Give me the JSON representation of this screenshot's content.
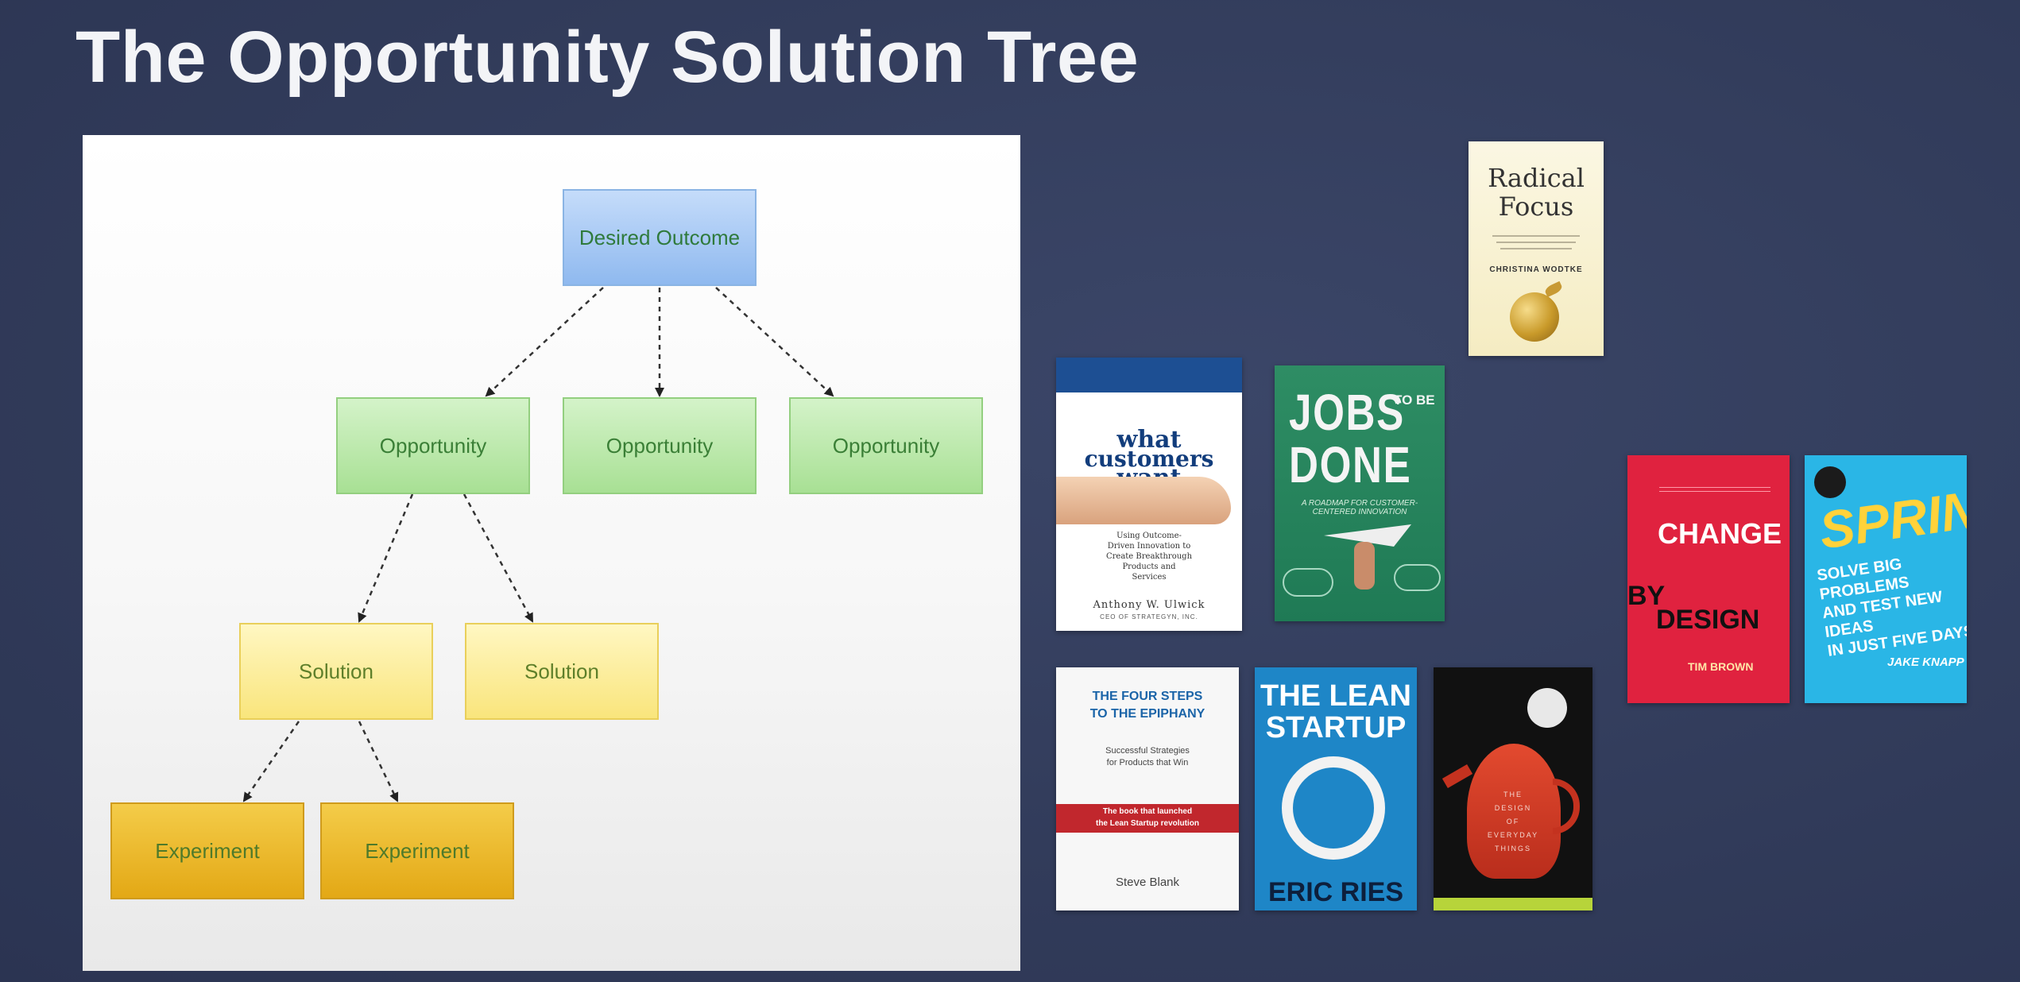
{
  "slide": {
    "title": "The Opportunity Solution Tree"
  },
  "tree": {
    "outcome": "Desired Outcome",
    "opportunities": [
      "Opportunity",
      "Opportunity",
      "Opportunity"
    ],
    "solutions": [
      "Solution",
      "Solution"
    ],
    "experiments": [
      "Experiment",
      "Experiment"
    ]
  },
  "books": {
    "radical_focus": {
      "title_line1": "Radical",
      "title_line2": "Focus",
      "author": "CHRISTINA WODTKE"
    },
    "what_customers_want": {
      "title_line1": "what",
      "title_line2": "customers",
      "title_line3": "want",
      "subtitle": "Using Outcome-Driven Innovation to Create Breakthrough Products and Services",
      "author": "Anthony W. Ulwick",
      "author_role": "CEO OF STRATEGYN, INC."
    },
    "jobs_to_be_done": {
      "title_line1": "JOBS",
      "title_small": "TO BE",
      "title_line2": "DONE",
      "subtitle": "A ROADMAP FOR CUSTOMER-CENTERED INNOVATION"
    },
    "change_by_design": {
      "title_line1": "CHANGE",
      "title_line2": "BY",
      "title_line3": "DESIGN",
      "author": "TIM BROWN"
    },
    "sprint": {
      "title": "SPRINT",
      "subtitle_line1": "SOLVE BIG PROBLEMS",
      "subtitle_line2": "AND TEST NEW IDEAS",
      "subtitle_line3": "IN JUST FIVE DAYS",
      "author": "JAKE KNAPP"
    },
    "four_steps": {
      "title_line1": "THE FOUR STEPS",
      "title_line2": "TO THE EPIPHANY",
      "subtitle_line1": "Successful Strategies",
      "subtitle_line2": "for Products that Win",
      "band_line1": "The book that launched",
      "band_line2": "the Lean Startup revolution",
      "author": "Steve Blank"
    },
    "lean_startup": {
      "title_line1": "THE LEAN",
      "title_line2": "STARTUP",
      "author": "ERIC RIES"
    },
    "design_everyday": {
      "title_line1": "THE",
      "title_line2": "DESIGN",
      "title_line3": "OF",
      "title_line4": "EVERYDAY",
      "title_line5": "THINGS"
    }
  },
  "colors": {
    "background": "#323c5b",
    "outcome_fill": "#a9cbf5",
    "opportunity_fill": "#bdeaaa",
    "solution_fill": "#fcee9e",
    "experiment_fill": "#ebb82c"
  }
}
